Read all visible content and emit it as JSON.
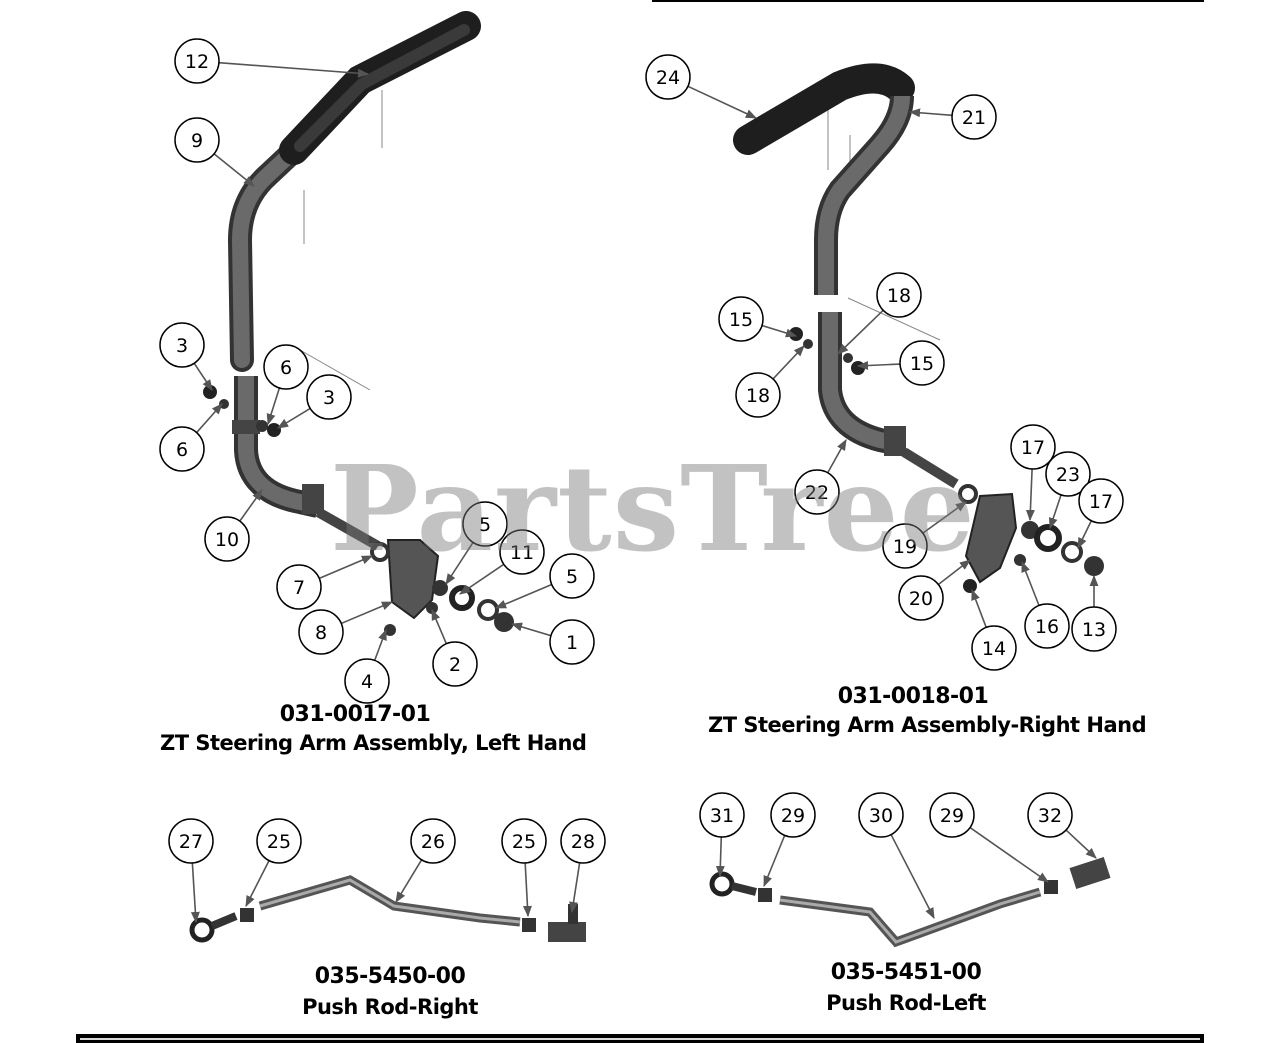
{
  "watermark": "PartsTree",
  "assemblies": [
    {
      "part_number": "031-0017-01",
      "description": "ZT Steering Arm Assembly, Left Hand"
    },
    {
      "part_number": "031-0018-01",
      "description": "ZT Steering Arm Assembly-Right Hand"
    },
    {
      "part_number": "035-5450-00",
      "description": "Push Rod-Right"
    },
    {
      "part_number": "035-5451-00",
      "description": "Push Rod-Left"
    }
  ],
  "callouts": [
    "12",
    "9",
    "3",
    "6",
    "6",
    "3",
    "10",
    "7",
    "8",
    "5",
    "11",
    "5",
    "1",
    "2",
    "4",
    "24",
    "21",
    "18",
    "15",
    "15",
    "18",
    "22",
    "17",
    "23",
    "17",
    "19",
    "20",
    "16",
    "13",
    "14",
    "27",
    "25",
    "26",
    "25",
    "28",
    "31",
    "29",
    "30",
    "29",
    "32"
  ],
  "colors": {
    "ink": "#000000",
    "grip": "#2a2a2a",
    "tube": "#555555",
    "watermark": "#9a9a9a"
  }
}
